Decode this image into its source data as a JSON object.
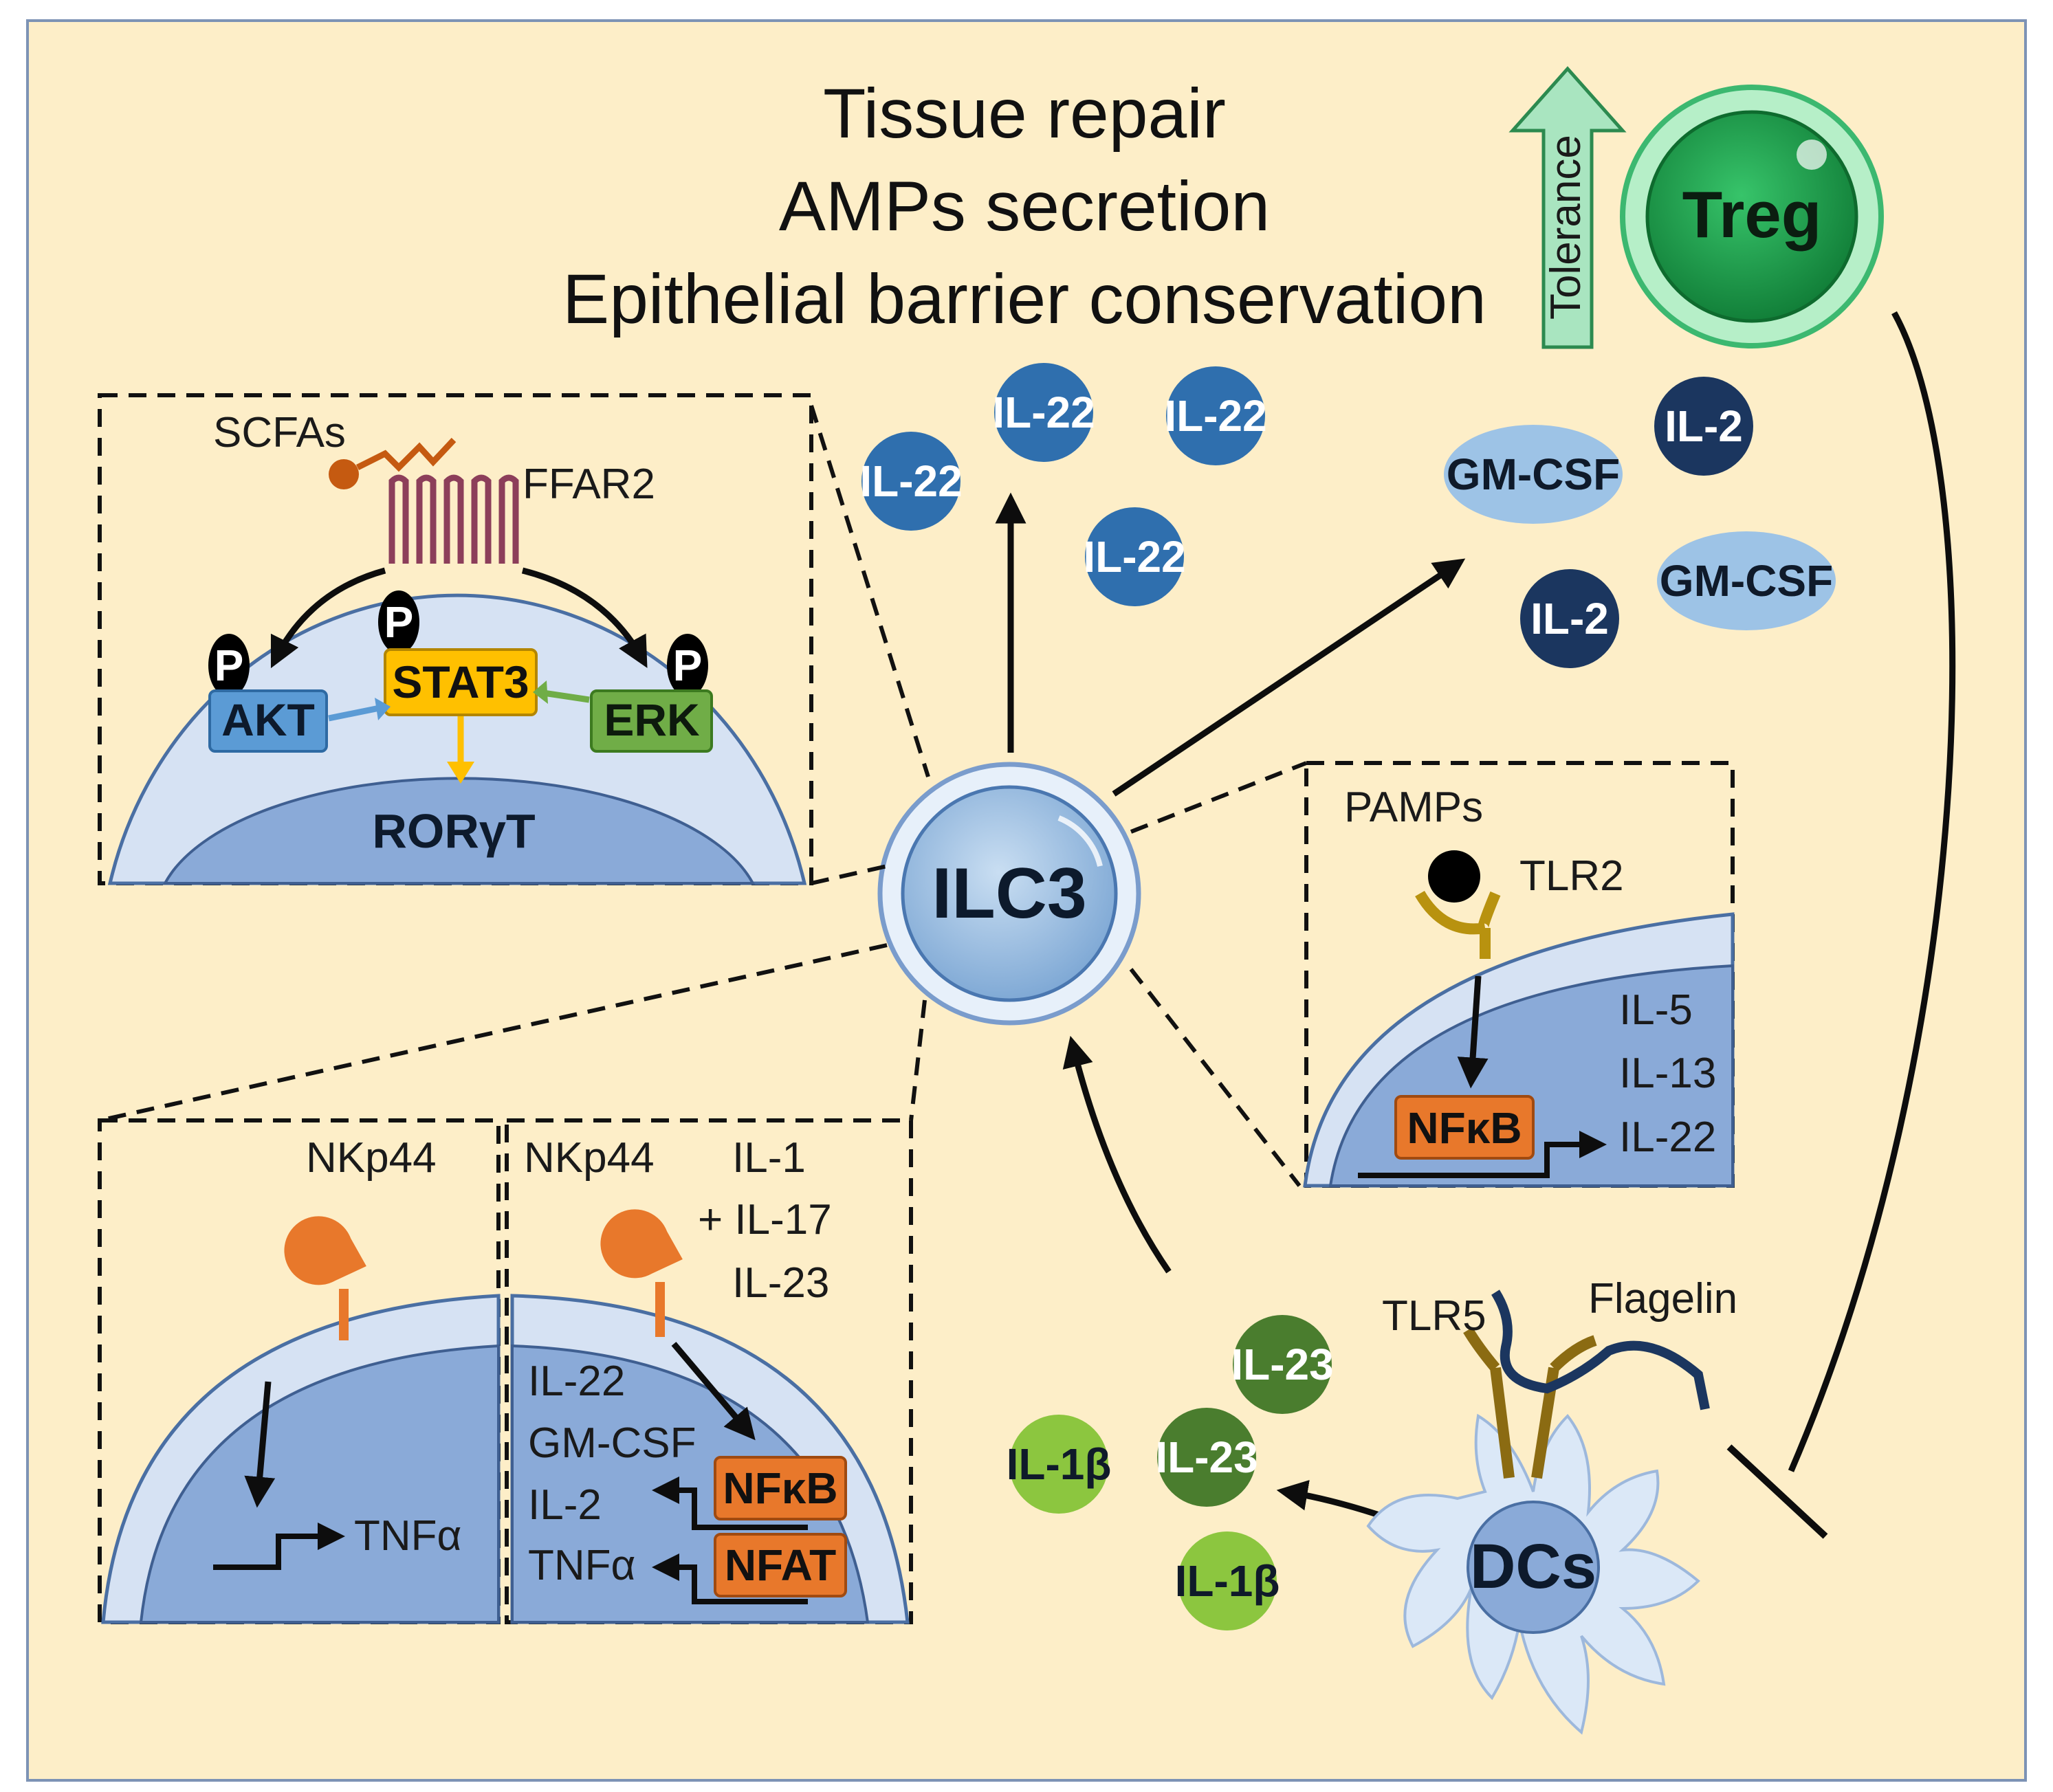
{
  "outcomes": [
    "Tissue repair",
    "AMPs secretion",
    "Epithelial barrier conservation"
  ],
  "tolerance_label": "Tolerance",
  "treg_label": "Treg",
  "ilc3_label": "ILC3",
  "dcs_label": "DCs",
  "il22_chip": "IL-22",
  "il2_chip": "IL-2",
  "gmcsf_chip": "GM-CSF",
  "il23_chip": "IL-23",
  "il1b_chip": "IL-1β",
  "scfa_panel": {
    "scfas": "SCFAs",
    "ffar2": "FFAR2",
    "p": "P",
    "akt": "AKT",
    "stat3": "STAT3",
    "erk": "ERK",
    "rorgt": "RORγT"
  },
  "tlr2_panel": {
    "pamps": "PAMPs",
    "tlr2": "TLR2",
    "nfkb": "NFκB",
    "outputs": [
      "IL-5",
      "IL-13",
      "IL-22"
    ]
  },
  "nkp44_left": {
    "receptor": "NKp44",
    "output": "TNFα"
  },
  "nkp44_right": {
    "receptor": "NKp44",
    "inputs": [
      "IL-1",
      "+ IL-17",
      "IL-23"
    ],
    "outputs": [
      "IL-22",
      "GM-CSF",
      "IL-2",
      "TNFα"
    ],
    "nfkb": "NFκB",
    "nfat": "NFAT"
  },
  "dc_panel": {
    "tlr5": "TLR5",
    "flagellin": "Flagelin"
  },
  "colors": {
    "background": "#fdeec8",
    "il22": "#2f6fae",
    "il2": "#1b365f",
    "gmcsf": "#9dc3e6",
    "il23": "#4a7d2e",
    "il1b": "#8cc63f",
    "treg": "#1aa34a",
    "nucleus": "#8aaad8",
    "cytoplasm": "#d6e2f3",
    "orange": "#e8782b",
    "stat3": "#ffc000",
    "akt": "#5b9bd5",
    "erk": "#70ad47"
  }
}
